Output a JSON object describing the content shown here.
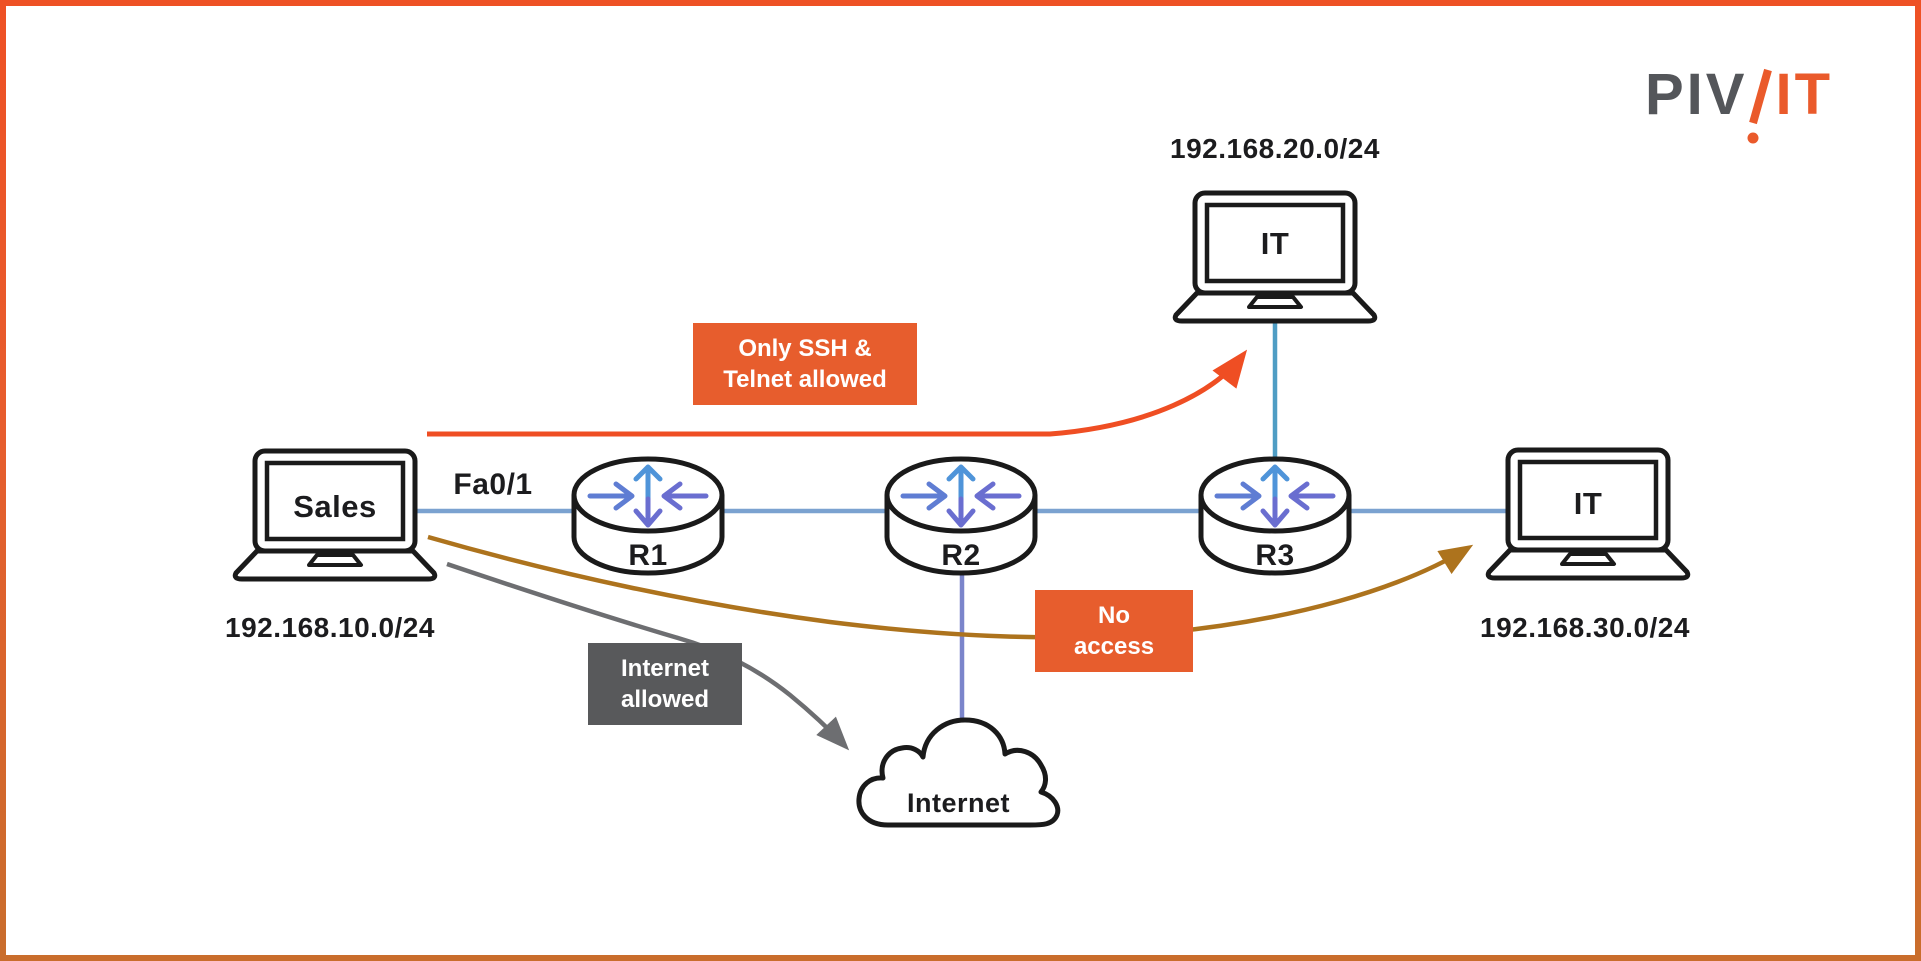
{
  "brand": {
    "gray_part": "PIV",
    "orange_part": "IT"
  },
  "interface_label": "Fa0/1",
  "nodes": {
    "sales": {
      "label": "Sales",
      "subnet": "192.168.10.0/24"
    },
    "it_top": {
      "label": "IT",
      "subnet": "192.168.20.0/24"
    },
    "it_right": {
      "label": "IT",
      "subnet": "192.168.30.0/24"
    },
    "r1": {
      "label": "R1"
    },
    "r2": {
      "label": "R2"
    },
    "r3": {
      "label": "R3"
    },
    "internet": {
      "label": "Internet"
    }
  },
  "callouts": {
    "ssh": {
      "text": "Only SSH & Telnet allowed"
    },
    "no_access": {
      "text": "No access"
    },
    "internet_allowed": {
      "text": "Internet allowed"
    }
  },
  "colors": {
    "accent_orange": "#e75d2d",
    "arrow_red": "#ef4e23",
    "arrow_brown": "#ad731d",
    "arrow_gray": "#6d6e71",
    "callout_gray": "#58595b",
    "link_blue": "#7ba2d0",
    "link_teal": "#4f9dc4",
    "link_periwinkle": "#7b85cb",
    "outline_black": "#1a1a1a",
    "logo_gray": "#54565a",
    "logo_orange": "#ea5a2b"
  }
}
